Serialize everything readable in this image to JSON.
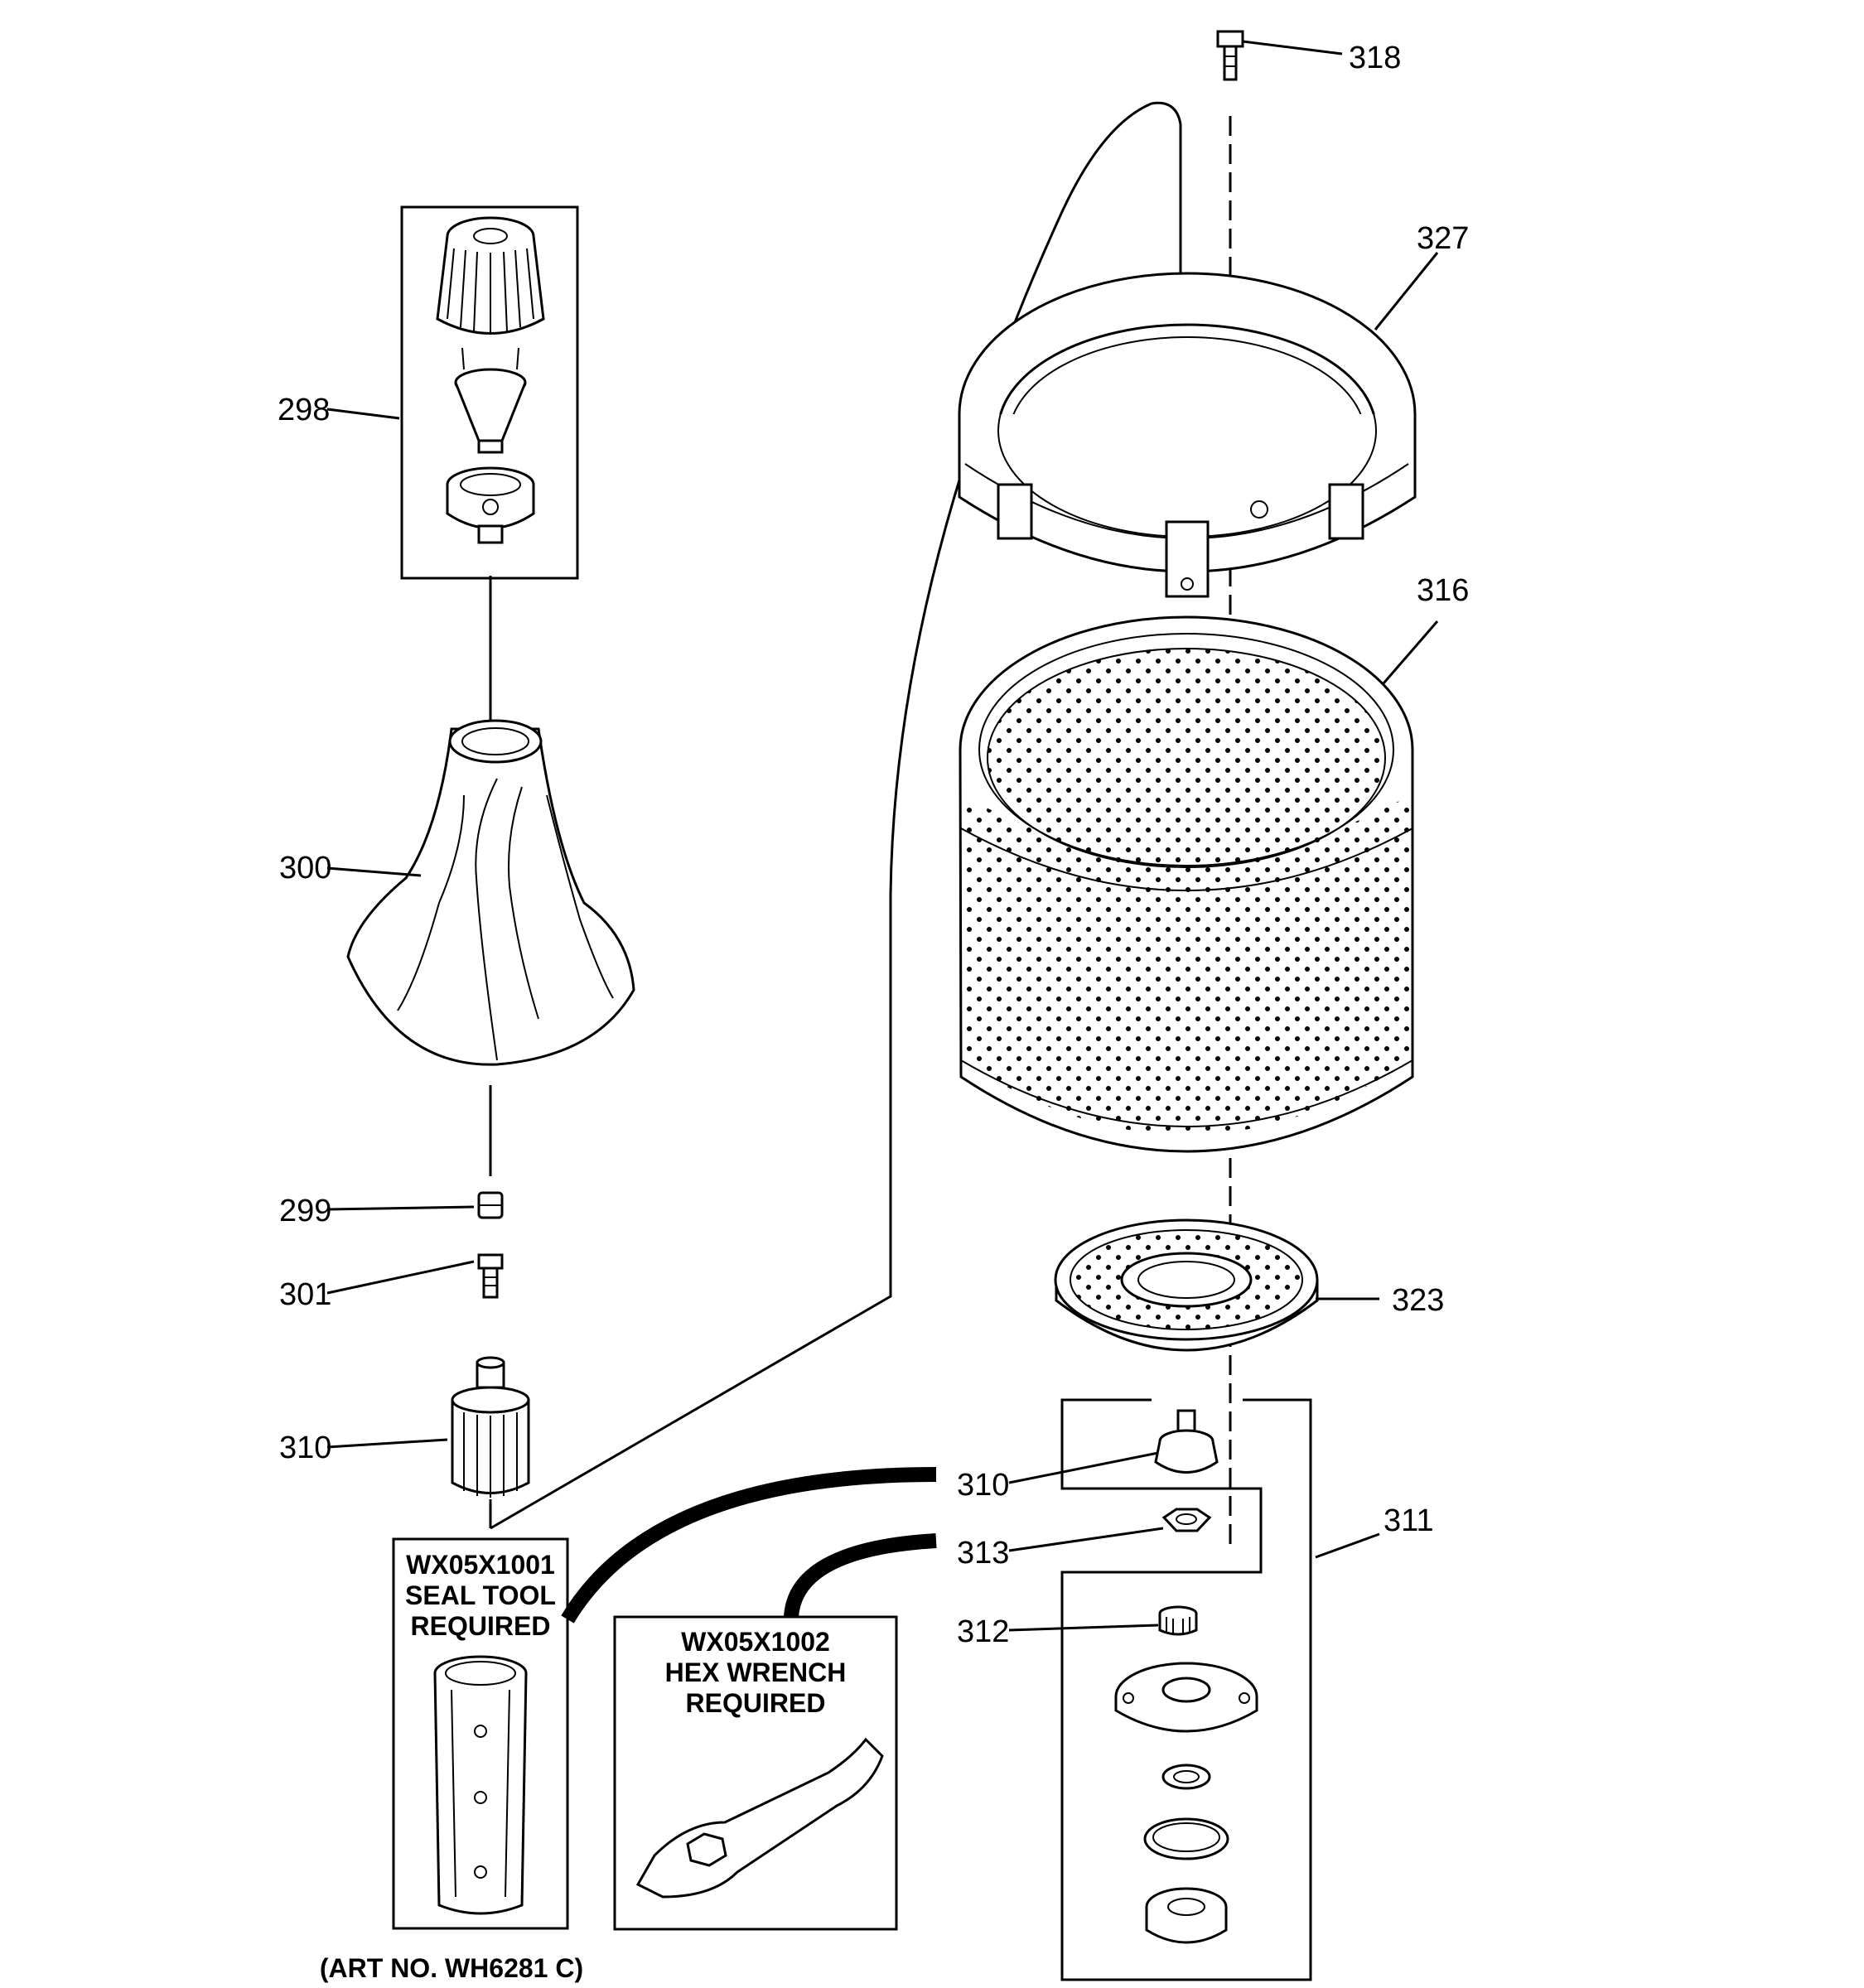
{
  "callouts": {
    "c318": "318",
    "c327": "327",
    "c316": "316",
    "c298": "298",
    "c300": "300",
    "c299": "299",
    "c301": "301",
    "c310a": "310",
    "c310b": "310",
    "c313": "313",
    "c312": "312",
    "c311": "311",
    "c323": "323"
  },
  "seal_tool": {
    "line1": "WX05X1001",
    "line2": "SEAL TOOL",
    "line3": "REQUIRED"
  },
  "hex_wrench": {
    "line1": "WX05X1002",
    "line2": "HEX WRENCH",
    "line3": "REQUIRED"
  },
  "art_number": "(ART NO. WH6281 C)"
}
